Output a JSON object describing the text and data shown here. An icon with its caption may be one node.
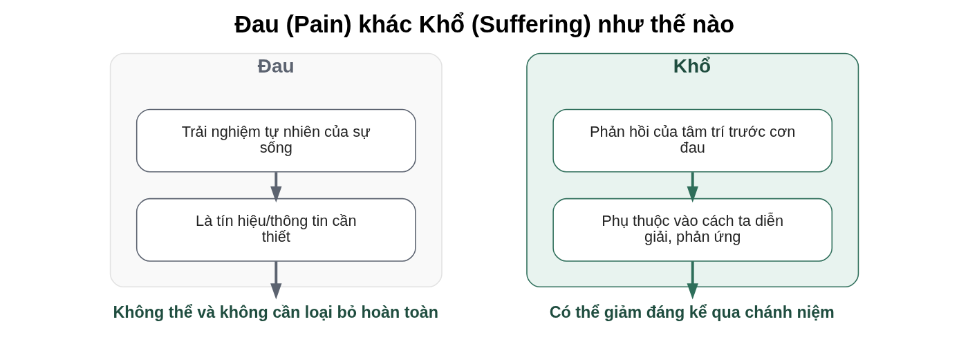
{
  "diagram": {
    "title": "Đau (Pain) khác Khổ (Suffering) như thế nào",
    "nodes": [
      {
        "text": [
          "Đau"
        ]
      },
      {
        "text": [
          "Trải nghiệm tự nhiên của sự sống"
        ],
        "in": 0
      },
      {
        "text": [
          "Là tín hiệu/thông tin cần thiết"
        ],
        "in": 0
      },
      {
        "text": [
          "Không thể và không cần loại bỏ hoàn toàn"
        ]
      },
      {
        "text": [
          "Khổ"
        ]
      },
      {
        "text": [
          "Phản hồi của tâm trí trước cơn đau"
        ],
        "in": 4
      },
      {
        "text": [
          "Phụ thuộc vào cách ta diễn giải, phản ứng"
        ],
        "in": 4
      },
      {
        "text": [
          "Có thể giảm đáng kể qua chánh niệm"
        ]
      }
    ],
    "edges": [
      {
        "from": 1,
        "to": 2,
        "arrow": "to",
        "color": "#5c6370"
      },
      {
        "from": 2,
        "to": 3,
        "arrow": "to",
        "color": "#5c6370"
      },
      {
        "from": 5,
        "to": 6,
        "arrow": "to",
        "color": "#2e6e5a"
      },
      {
        "from": 6,
        "to": 7,
        "arrow": "to",
        "color": "#2e6e5a"
      }
    ]
  }
}
